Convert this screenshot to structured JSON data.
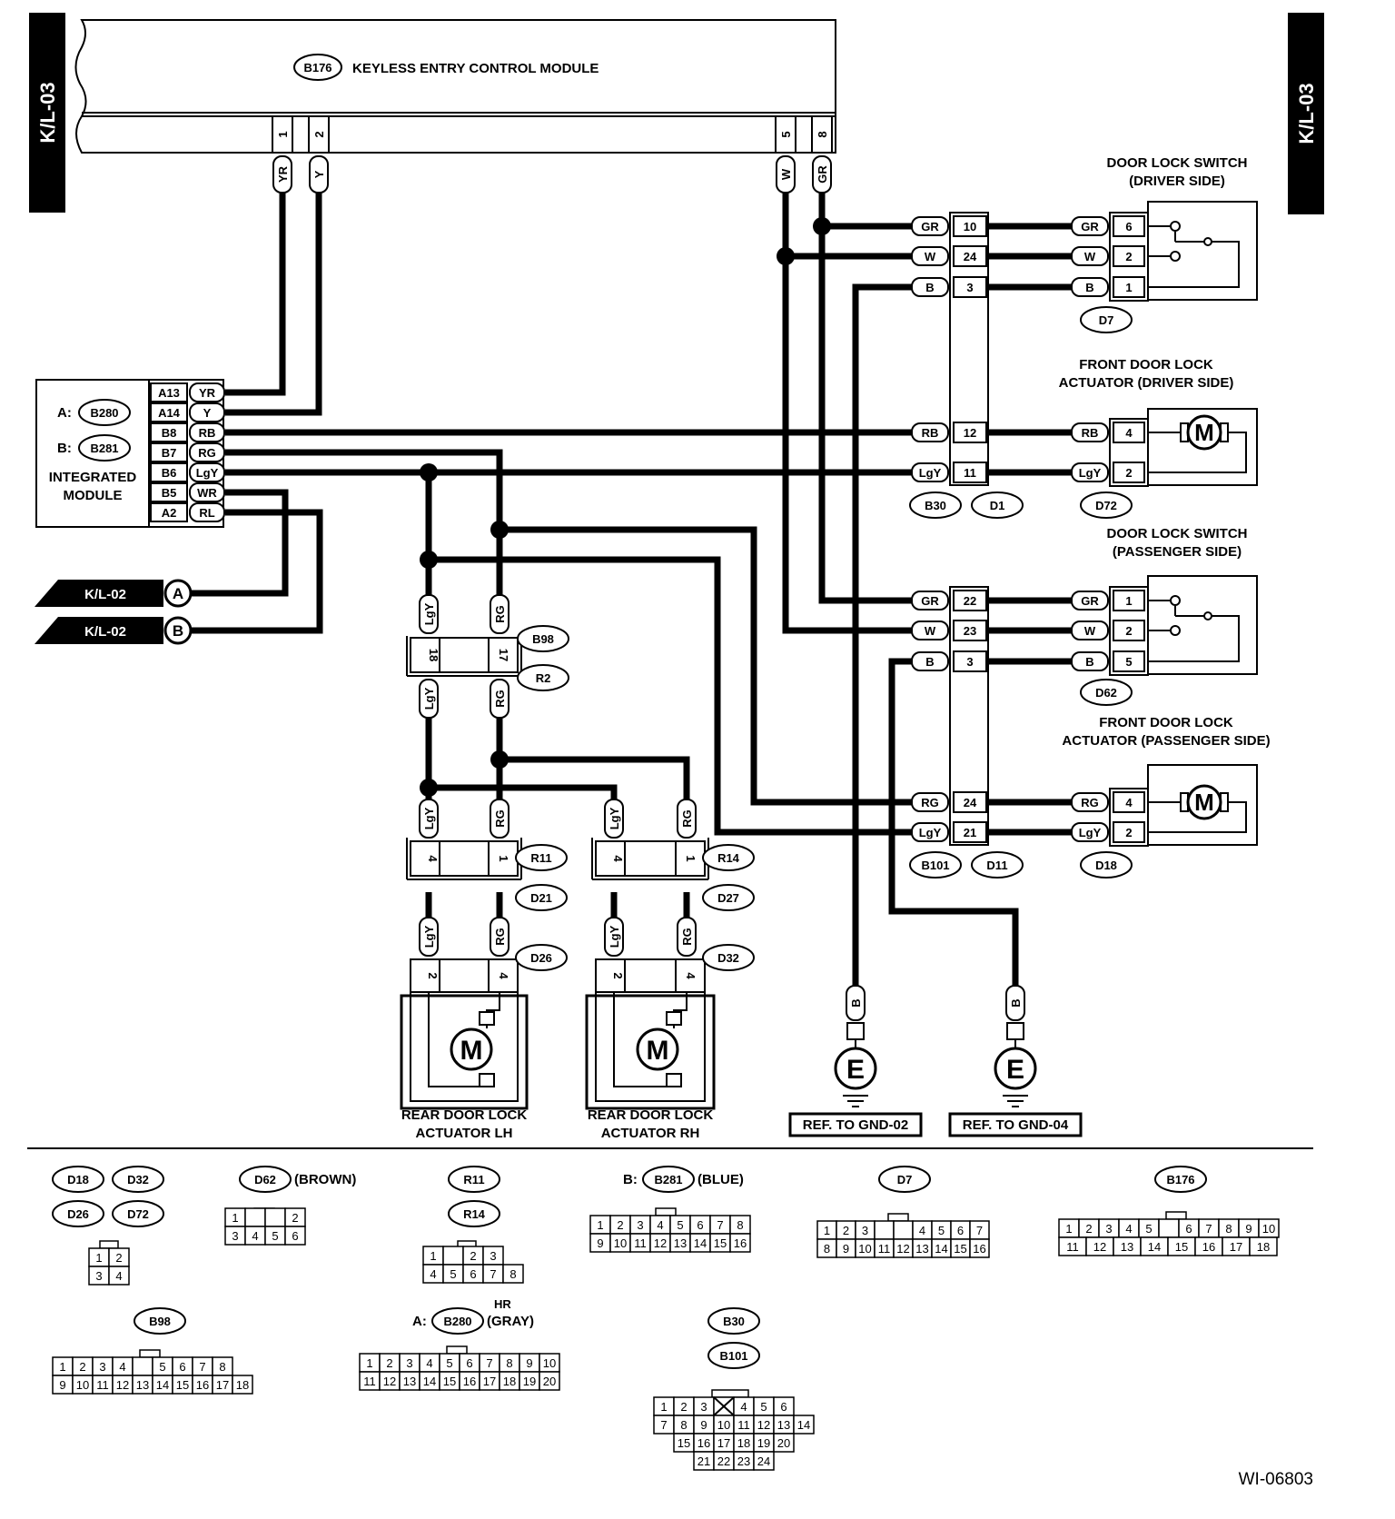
{
  "tabs": {
    "left": "K/L-03",
    "right": "K/L-03"
  },
  "module": {
    "label": "KEYLESS ENTRY CONTROL MODULE",
    "connector": "B176",
    "pins": [
      {
        "pin": "1",
        "wire": "YR"
      },
      {
        "pin": "2",
        "wire": "Y"
      },
      {
        "pin": "5",
        "wire": "W"
      },
      {
        "pin": "8",
        "wire": "GR"
      }
    ]
  },
  "integrated": {
    "label1": "INTEGRATED",
    "label2": "MODULE",
    "a_prefix": "A:",
    "a_conn": "B280",
    "b_prefix": "B:",
    "b_conn": "B281",
    "pins": [
      {
        "pin": "A13",
        "wire": "YR"
      },
      {
        "pin": "A14",
        "wire": "Y"
      },
      {
        "pin": "B8",
        "wire": "RB"
      },
      {
        "pin": "B7",
        "wire": "RG"
      },
      {
        "pin": "B6",
        "wire": "LgY"
      },
      {
        "pin": "B5",
        "wire": "WR"
      },
      {
        "pin": "A2",
        "wire": "RL"
      }
    ]
  },
  "refs": [
    {
      "label": "K/L-02",
      "letter": "A"
    },
    {
      "label": "K/L-02",
      "letter": "B"
    }
  ],
  "harness1": {
    "conn_a": "B30",
    "conn_b": "D1",
    "rows": [
      {
        "wire": "GR",
        "pin": "10"
      },
      {
        "wire": "W",
        "pin": "24"
      },
      {
        "wire": "B",
        "pin": "3"
      },
      {
        "wire": "RB",
        "pin": "12"
      },
      {
        "wire": "LgY",
        "pin": "11"
      }
    ]
  },
  "harness2": {
    "conn_a": "B101",
    "conn_b": "D11",
    "rows": [
      {
        "wire": "GR",
        "pin": "22"
      },
      {
        "wire": "W",
        "pin": "23"
      },
      {
        "wire": "B",
        "pin": "3"
      },
      {
        "wire": "RG",
        "pin": "24"
      },
      {
        "wire": "LgY",
        "pin": "21"
      }
    ]
  },
  "devices": [
    {
      "title1": "DOOR LOCK SWITCH",
      "title2": "(DRIVER SIDE)",
      "conn": "D7",
      "rows": [
        {
          "wire": "GR",
          "pin": "6"
        },
        {
          "wire": "W",
          "pin": "2"
        },
        {
          "wire": "B",
          "pin": "1"
        }
      ]
    },
    {
      "title1": "FRONT DOOR LOCK",
      "title2": "ACTUATOR (DRIVER SIDE)",
      "conn": "D72",
      "rows": [
        {
          "wire": "RB",
          "pin": "4"
        },
        {
          "wire": "LgY",
          "pin": "2"
        }
      ]
    },
    {
      "title1": "DOOR LOCK SWITCH",
      "title2": "(PASSENGER SIDE)",
      "conn": "D62",
      "rows": [
        {
          "wire": "GR",
          "pin": "1"
        },
        {
          "wire": "W",
          "pin": "2"
        },
        {
          "wire": "B",
          "pin": "5"
        }
      ]
    },
    {
      "title1": "FRONT DOOR LOCK",
      "title2": "ACTUATOR (PASSENGER SIDE)",
      "conn": "D18",
      "rows": [
        {
          "wire": "RG",
          "pin": "4"
        },
        {
          "wire": "LgY",
          "pin": "2"
        }
      ]
    }
  ],
  "inline": {
    "conn_a": "B98",
    "conn_b": "R2",
    "left_wire": "LgY",
    "left_pin": "18",
    "right_wire": "RG",
    "right_pin": "17"
  },
  "rear": [
    {
      "title1": "REAR DOOR LOCK",
      "title2": "ACTUATOR LH",
      "c1a": "R11",
      "c1b": "D21",
      "c2": "D26",
      "p1l": "4",
      "p1r": "1",
      "p2l": "2",
      "p2r": "4",
      "wl": "LgY",
      "wr": "RG"
    },
    {
      "title1": "REAR DOOR LOCK",
      "title2": "ACTUATOR RH",
      "c1a": "R14",
      "c1b": "D27",
      "c2": "D32",
      "p1l": "4",
      "p1r": "1",
      "p2l": "2",
      "p2r": "4",
      "wl": "LgY",
      "wr": "RG"
    }
  ],
  "grounds": [
    {
      "wire": "B",
      "symbol": "E",
      "ref": "REF. TO GND-02"
    },
    {
      "wire": "B",
      "symbol": "E",
      "ref": "REF. TO GND-04"
    }
  ],
  "motor_symbol": "M",
  "legend": {
    "g1": {
      "codes": [
        "D18",
        "D32",
        "D26",
        "D72"
      ],
      "rows": [
        [
          "1",
          "2"
        ],
        [
          "3",
          "4"
        ]
      ]
    },
    "g2": {
      "code": "D62",
      "note": "(BROWN)",
      "rows": [
        [
          "1",
          "2"
        ],
        [
          "3",
          "4",
          "5",
          "6"
        ]
      ]
    },
    "g3": {
      "codes": [
        "R11",
        "R14"
      ],
      "rows": [
        [
          "1",
          "2",
          "3"
        ],
        [
          "4",
          "5",
          "6",
          "7",
          "8"
        ]
      ]
    },
    "g4": {
      "prefix": "B:",
      "code": "B281",
      "note": "(BLUE)",
      "rows": [
        [
          "1",
          "2",
          "3",
          "4",
          "5",
          "6",
          "7",
          "8"
        ],
        [
          "9",
          "10",
          "11",
          "12",
          "13",
          "14",
          "15",
          "16"
        ]
      ]
    },
    "g5": {
      "code": "D7",
      "rows": [
        [
          "1",
          "2",
          "3",
          "4",
          "5",
          "6",
          "7"
        ],
        [
          "8",
          "9",
          "10",
          "11",
          "12",
          "13",
          "14",
          "15",
          "16"
        ]
      ]
    },
    "g6": {
      "code": "B176",
      "rows": [
        [
          "1",
          "2",
          "3",
          "4",
          "5",
          "6",
          "7",
          "8",
          "9",
          "10"
        ],
        [
          "11",
          "12",
          "13",
          "14",
          "15",
          "16",
          "17",
          "18"
        ]
      ]
    },
    "g7": {
      "code": "B98",
      "rows": [
        [
          "1",
          "2",
          "3",
          "4",
          "5",
          "6",
          "7",
          "8"
        ],
        [
          "9",
          "10",
          "11",
          "12",
          "13",
          "14",
          "15",
          "16",
          "17",
          "18"
        ]
      ]
    },
    "g8": {
      "prefix": "A:",
      "code": "B280",
      "note": "(GRAY)",
      "super": "HR",
      "rows": [
        [
          "1",
          "2",
          "3",
          "4",
          "5",
          "6",
          "7",
          "8",
          "9",
          "10"
        ],
        [
          "11",
          "12",
          "13",
          "14",
          "15",
          "16",
          "17",
          "18",
          "19",
          "20"
        ]
      ]
    },
    "g9": {
      "codes": [
        "B30",
        "B101"
      ],
      "rows": [
        [
          "1",
          "2",
          "3",
          "4",
          "5",
          "6"
        ],
        [
          "7",
          "8",
          "9",
          "10",
          "11",
          "12",
          "13",
          "14"
        ],
        [
          "15",
          "16",
          "17",
          "18",
          "19",
          "20"
        ],
        [
          "21",
          "22",
          "23",
          "24"
        ]
      ]
    }
  },
  "figure_id": "WI-06803"
}
